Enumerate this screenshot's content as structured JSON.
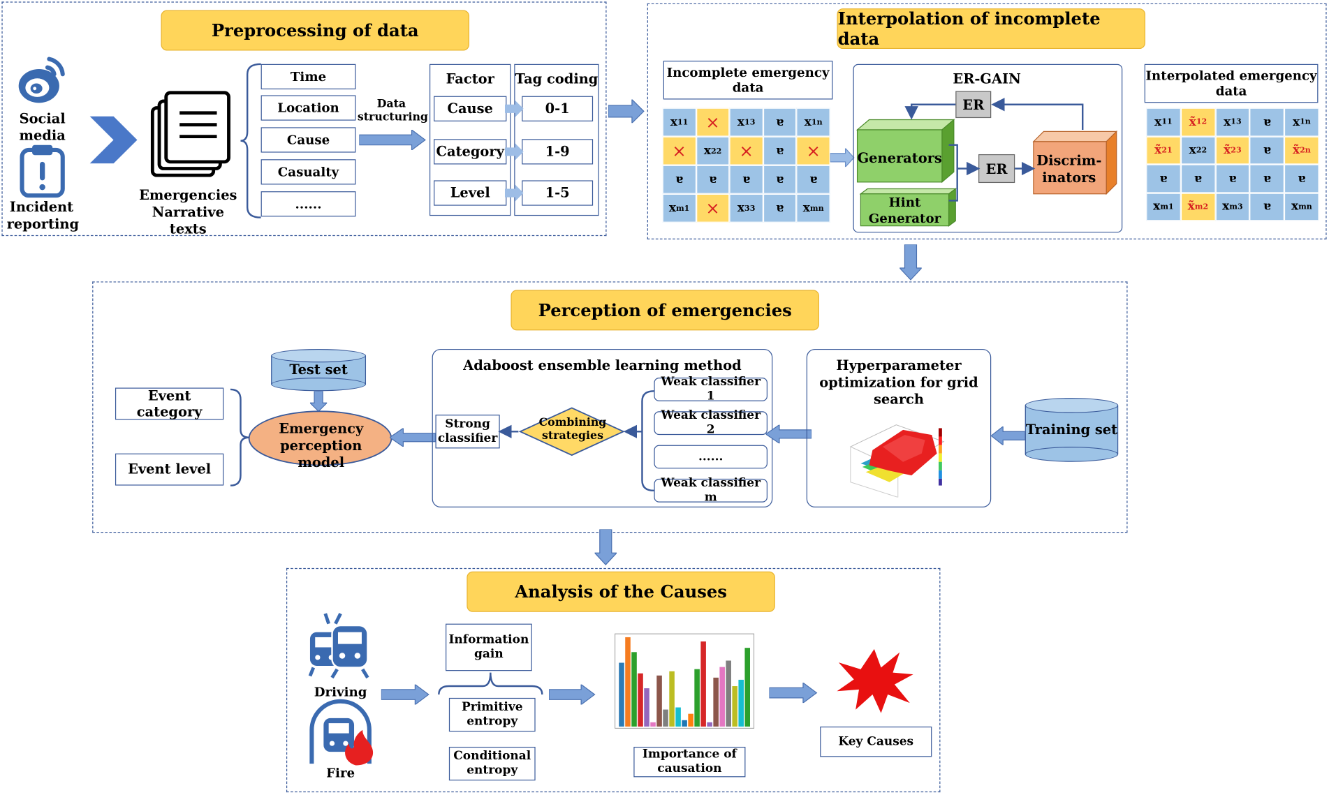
{
  "sections": {
    "preprocessing": "Preprocessing of data",
    "interpolation": "Interpolation of incomplete data",
    "perception": "Perception of emergencies",
    "analysis": "Analysis of the Causes"
  },
  "sources": {
    "social_media": "Social media",
    "incident_reporting": "Incident reporting"
  },
  "narrative_label": "Emergencies Narrative texts",
  "fields": [
    "Time",
    "Location",
    "Cause",
    "Casualty",
    "......"
  ],
  "data_structuring": "Data structuring",
  "factor_table": {
    "factor_header": "Factor",
    "tag_header": "Tag coding",
    "factors": [
      "Cause",
      "Category",
      "Level"
    ],
    "tags": [
      "0-1",
      "1-9",
      "1-5"
    ]
  },
  "incomplete": {
    "title": "Incomplete emergency data",
    "rows": [
      [
        {
          "t": "x",
          "s": "11",
          "c": "b"
        },
        {
          "t": "×",
          "c": "y"
        },
        {
          "t": "x",
          "s": "13",
          "c": "b"
        },
        {
          "t": "ɐ",
          "c": "b"
        },
        {
          "t": "x",
          "s": "1n",
          "c": "b"
        }
      ],
      [
        {
          "t": "×",
          "c": "y"
        },
        {
          "t": "x",
          "s": "22",
          "c": "b"
        },
        {
          "t": "×",
          "c": "y"
        },
        {
          "t": "ɐ",
          "c": "b"
        },
        {
          "t": "×",
          "c": "y"
        }
      ],
      [
        {
          "t": "ɐ",
          "c": "b"
        },
        {
          "t": "ɐ",
          "c": "b"
        },
        {
          "t": "ɐ",
          "c": "b"
        },
        {
          "t": "ɐ",
          "c": "b"
        },
        {
          "t": "ɐ",
          "c": "b"
        }
      ],
      [
        {
          "t": "x",
          "s": "m1",
          "c": "b"
        },
        {
          "t": "×",
          "c": "y"
        },
        {
          "t": "x",
          "s": "33",
          "c": "b"
        },
        {
          "t": "ɐ",
          "c": "b"
        },
        {
          "t": "x",
          "s": "mn",
          "c": "b"
        }
      ]
    ]
  },
  "ergain": {
    "title": "ER-GAIN",
    "er_top": "ER",
    "er_mid": "ER",
    "generators": "Generators",
    "hint": "Hint Generator",
    "discrim": "Discrim- inators"
  },
  "interpolated": {
    "title": "Interpolated emergency data",
    "rows": [
      [
        {
          "t": "x",
          "s": "11",
          "c": "b"
        },
        {
          "t": "x̃",
          "s": "12",
          "c": "y",
          "r": true
        },
        {
          "t": "x",
          "s": "13",
          "c": "b"
        },
        {
          "t": "ɐ",
          "c": "b"
        },
        {
          "t": "x",
          "s": "1n",
          "c": "b"
        }
      ],
      [
        {
          "t": "x̃",
          "s": "21",
          "c": "y",
          "r": true
        },
        {
          "t": "x",
          "s": "22",
          "c": "b"
        },
        {
          "t": "x̃",
          "s": "23",
          "c": "y",
          "r": true
        },
        {
          "t": "ɐ",
          "c": "b"
        },
        {
          "t": "x̃",
          "s": "2n",
          "c": "y",
          "r": true
        }
      ],
      [
        {
          "t": "ɐ",
          "c": "b"
        },
        {
          "t": "ɐ",
          "c": "b"
        },
        {
          "t": "ɐ",
          "c": "b"
        },
        {
          "t": "ɐ",
          "c": "b"
        },
        {
          "t": "ɐ",
          "c": "b"
        }
      ],
      [
        {
          "t": "x",
          "s": "m1",
          "c": "b"
        },
        {
          "t": "x̃",
          "s": "m2",
          "c": "y",
          "r": true
        },
        {
          "t": "x",
          "s": "m3",
          "c": "b"
        },
        {
          "t": "ɐ",
          "c": "b"
        },
        {
          "t": "x",
          "s": "mn",
          "c": "b"
        }
      ]
    ]
  },
  "perception": {
    "test_set": "Test set",
    "event_category": "Event category",
    "event_level": "Event level",
    "model": "Emergency perception model",
    "adaboost_title": "Adaboost ensemble learning method",
    "strong": "Strong classifier",
    "combining": "Combining strategies",
    "weak": [
      "Weak classifier 1",
      "Weak classifier 2",
      "......",
      "Weak classifier m"
    ],
    "hyper": "Hyperparameter optimization for grid search",
    "training_set": "Training set"
  },
  "analysis": {
    "driving": "Driving",
    "fire": "Fire",
    "info_gain": "Information gain",
    "primitive": "Primitive entropy",
    "conditional": "Conditional entropy",
    "importance": "Importance of causation",
    "key_causes": "Key Causes"
  },
  "chart_data": {
    "type": "bar",
    "values": [
      0.3,
      0.42,
      0.35,
      0.25,
      0.18,
      0.02,
      0.24,
      0.08,
      0.26,
      0.09,
      0.03,
      0.06,
      0.27,
      0.4,
      0.02,
      0.23,
      0.28,
      0.31,
      0.19,
      0.22,
      0.37
    ],
    "colors": [
      "#2c7bb6",
      "#f57c20",
      "#2ca02c",
      "#d62728",
      "#9467bd",
      "#e377c2",
      "#8c564b",
      "#7f7f7f",
      "#bcbd22",
      "#17becf",
      "#1f77b4",
      "#ff7f0e",
      "#2ca02c",
      "#d62728",
      "#9467bd",
      "#8c564b",
      "#e377c2",
      "#7f7f7f",
      "#bcbd22",
      "#17becf",
      "#2ca02c"
    ]
  }
}
